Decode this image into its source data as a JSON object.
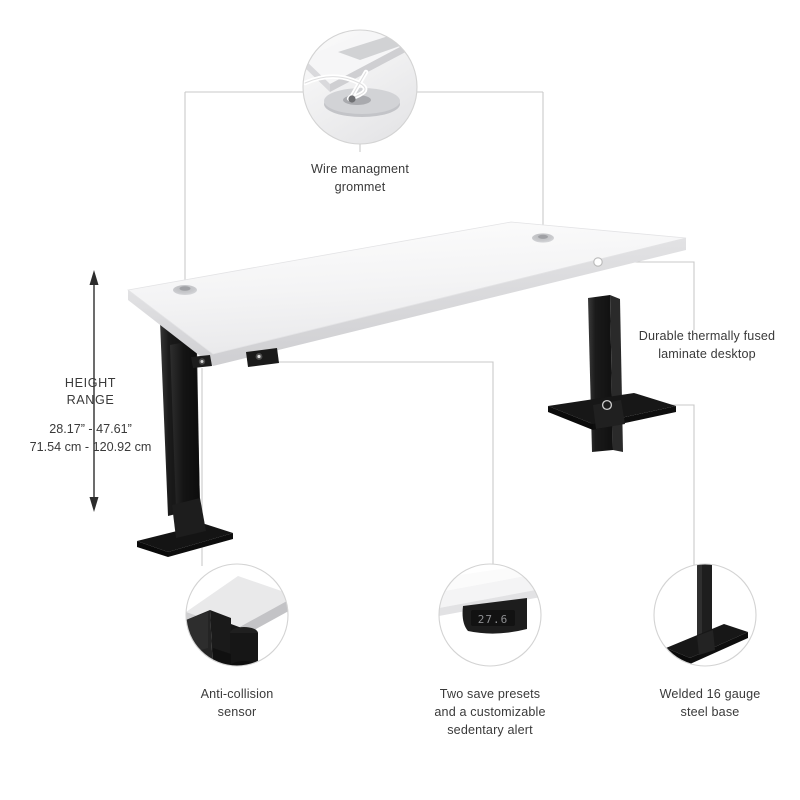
{
  "product": {
    "type": "height-adjustable-standing-desk-infographic",
    "desktop_color": "#f2f2f3",
    "base_color": "#1b1b1b",
    "leader_line_color": "#c8c8c8",
    "circle_outline_color": "#cfcfcf"
  },
  "height_range": {
    "title": "HEIGHT\nRANGE",
    "inches": "28.17” - 47.61”",
    "centimeters": "71.54 cm - 120.92 cm"
  },
  "callouts": {
    "grommet": {
      "label": "Wire managment\ngrommet"
    },
    "laminate": {
      "label": "Durable thermally fused\nlaminate desktop"
    },
    "anti_collision": {
      "label": "Anti-collision\nsensor"
    },
    "presets": {
      "label": "Two save presets\nand a customizable\nsedentary alert"
    },
    "steel_base": {
      "label": "Welded 16 gauge\nsteel base"
    }
  },
  "control_panel": {
    "display_value": "27.6"
  }
}
